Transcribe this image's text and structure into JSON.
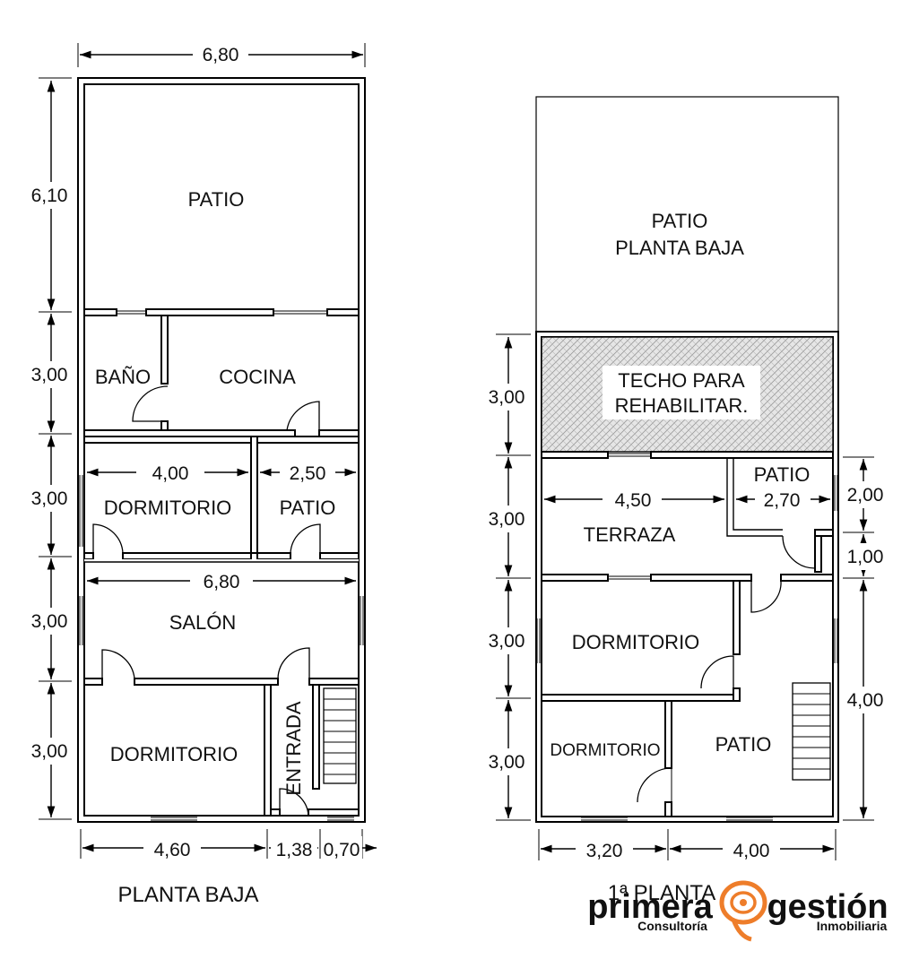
{
  "ground": {
    "title": "PLANTA BAJA",
    "width_top": "6,80",
    "h_patio": "6,10",
    "h_bano_cocina": "3,00",
    "h_dorm1": "3,00",
    "h_salon": "3,00",
    "h_dorm2": "3,00",
    "rooms": {
      "patio": "PATIO",
      "bano": "BAÑO",
      "cocina": "COCINA",
      "dormitorio1": "DORMITORIO",
      "patio_small": "PATIO",
      "salon": "SALÓN",
      "dormitorio2": "DORMITORIO",
      "entrada": "ENTRADA"
    },
    "inner_dims": {
      "dorm_width": "4,00",
      "patio_width": "2,50",
      "salon_width": "6,80"
    },
    "bottom_dims": [
      "4,60",
      "1,38",
      "0,70"
    ]
  },
  "first": {
    "title": "1ª PLANTA",
    "patio_below_line1": "PATIO",
    "patio_below_line2": "PLANTA BAJA",
    "techo_line1": "TECHO PARA",
    "techo_line2": "REHABILITAR.",
    "rooms": {
      "terraza": "TERRAZA",
      "patio_small": "PATIO",
      "dormitorio1": "DORMITORIO",
      "dormitorio2": "DORMITORIO",
      "patio": "PATIO"
    },
    "inner_dims": {
      "terraza_width": "4,50",
      "patio_width": "2,70"
    },
    "left_dims": [
      "3,00",
      "3,00",
      "3,00",
      "3,00"
    ],
    "right_dims": [
      "2,00",
      "1,00",
      "4,00"
    ],
    "bottom_dims": [
      "3,20",
      "4,00"
    ]
  },
  "logo": {
    "word1": "primera",
    "word2": "gestión",
    "sub1": "Consultoría",
    "sub2": "Inmobiliaria",
    "color": "#ee7d2a"
  }
}
